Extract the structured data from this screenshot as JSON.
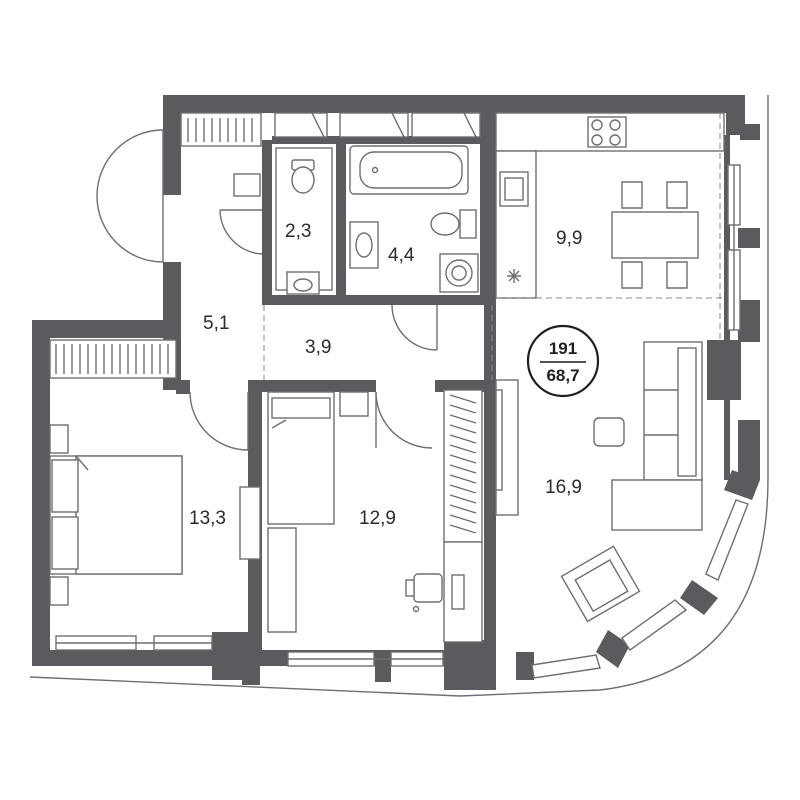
{
  "apartment": {
    "number": "191",
    "total_area": "68,7"
  },
  "rooms": [
    {
      "id": "hall",
      "area": "5,1"
    },
    {
      "id": "wc",
      "area": "2,3"
    },
    {
      "id": "bath",
      "area": "4,4"
    },
    {
      "id": "corridor",
      "area": "3,9"
    },
    {
      "id": "kitchen",
      "area": "9,9"
    },
    {
      "id": "bedroom",
      "area": "13,3"
    },
    {
      "id": "child-room",
      "area": "12,9"
    },
    {
      "id": "living",
      "area": "16,9"
    }
  ],
  "colors": {
    "wall": "#5a5b5e",
    "line": "#6d6e71",
    "text": "#2b2b2d"
  }
}
